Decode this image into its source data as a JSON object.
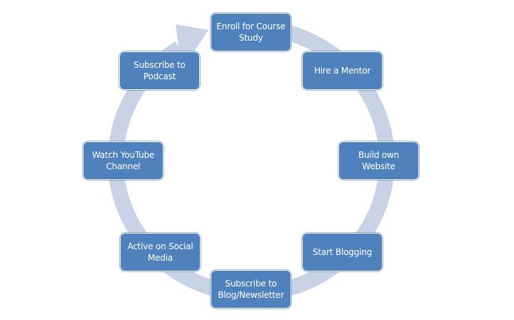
{
  "diagram": {
    "type": "cycle",
    "direction": "clockwise",
    "colors": {
      "node_fill": "#4f81bd",
      "node_border": "#ffffff",
      "node_text": "#ffffff",
      "ring": "#c9d3e6",
      "background": "#ffffff"
    },
    "nodes": [
      {
        "id": "enroll",
        "label": "Enroll for Course Study"
      },
      {
        "id": "mentor",
        "label": "Hire a Mentor"
      },
      {
        "id": "website",
        "label": "Build own Website"
      },
      {
        "id": "blogging",
        "label": "Start Blogging"
      },
      {
        "id": "newsletter",
        "label": "Subscribe to Blog/Newsletter"
      },
      {
        "id": "social",
        "label": "Active on Social Media"
      },
      {
        "id": "youtube",
        "label": "Watch YouTube Channel"
      },
      {
        "id": "podcast",
        "label": "Subscribe to Podcast"
      }
    ]
  }
}
